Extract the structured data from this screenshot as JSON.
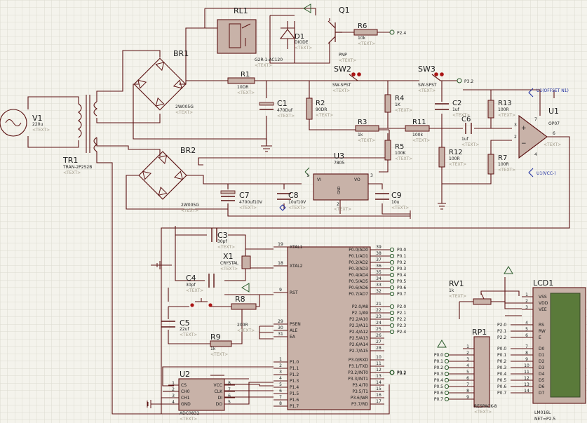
{
  "placeholder": "<TEXT>",
  "colors": {
    "background": "#f4f3ec",
    "grid": "#dcdbd0",
    "wire": "#5b1212",
    "body_fill": "#c8b2a8",
    "label": "#1a1a1a",
    "placeholder": "#a09a88",
    "terminal": "#aa1515",
    "ground_arrow": "#2a5a2a",
    "terminal_circle": "#2a5a2a",
    "probe": "#1a2aa0"
  },
  "components": {
    "v1": {
      "ref": "V1",
      "value": "220u"
    },
    "tr1": {
      "ref": "TR1",
      "value": "TRAN-2P2S2B"
    },
    "br1": {
      "ref": "BR1",
      "value": "2W005G"
    },
    "br2": {
      "ref": "BR2",
      "value": "2W005G"
    },
    "rl1": {
      "ref": "RL1",
      "value": "G2R-1-AC120"
    },
    "d1": {
      "ref": "D1",
      "value": "DIODE"
    },
    "q1": {
      "ref": "Q1",
      "value": "PNP"
    },
    "r6": {
      "ref": "R6",
      "value": "10k"
    },
    "r1": {
      "ref": "R1",
      "value": "10DR"
    },
    "c1": {
      "ref": "C1",
      "value": "470Duf"
    },
    "r2": {
      "ref": "R2",
      "value": "90DR"
    },
    "sw2": {
      "ref": "SW2",
      "value": "SW-SPST"
    },
    "sw3": {
      "ref": "SW3",
      "value": "SW-SPST"
    },
    "r4": {
      "ref": "R4",
      "value": "1K"
    },
    "r3": {
      "ref": "R3",
      "value": "1k"
    },
    "r5": {
      "ref": "R5",
      "value": "100K"
    },
    "r11": {
      "ref": "R11",
      "value": "100k"
    },
    "c2": {
      "ref": "C2",
      "value": "1uf"
    },
    "c6": {
      "ref": "C6",
      "value": "1uf"
    },
    "r12": {
      "ref": "R12",
      "value": "100R"
    },
    "r13": {
      "ref": "R13",
      "value": "100R"
    },
    "r7": {
      "ref": "R7",
      "value": "100R"
    },
    "u1": {
      "ref": "U1",
      "value": "OP07"
    },
    "u3": {
      "ref": "U3",
      "value": "7805"
    },
    "c7": {
      "ref": "C7",
      "value": "4700uf10V"
    },
    "c8": {
      "ref": "C8",
      "value": "10uf10V"
    },
    "c9": {
      "ref": "C9",
      "value": "10u"
    },
    "c3": {
      "ref": "C3",
      "value": "30pf"
    },
    "x1": {
      "ref": "X1",
      "value": "CRYSTAL"
    },
    "c4": {
      "ref": "C4",
      "value": "30pf"
    },
    "r8": {
      "ref": "R8",
      "value": "200R"
    },
    "c5": {
      "ref": "C5",
      "value": "22uf"
    },
    "r9": {
      "ref": "R9",
      "value": "1k"
    },
    "u2": {
      "ref": "U2",
      "value": "ADC0832"
    },
    "rv1": {
      "ref": "RV1",
      "value": "1k"
    },
    "rp1": {
      "ref": "RP1",
      "value": "RESPACK-8"
    },
    "lcd1": {
      "ref": "LCD1",
      "value": "LM016L"
    }
  },
  "u3_pins": {
    "vi": "VI",
    "vo": "VO",
    "gnd": "GND",
    "n1": "1",
    "n2": "2",
    "n3": "3"
  },
  "u1_pins": {
    "n3": "3",
    "n2": "2",
    "n6": "6",
    "n7": "7",
    "n4": "4"
  },
  "nets": {
    "p2_4": "P2.4",
    "p3_2_top": "P3.2",
    "p3_2_mcu": "P3.2",
    "u1_offset": "U1(OFFSET N1)",
    "u1_vcc": "U1(VCC-)",
    "lcd_net": "NET=P2.5"
  },
  "mcu": {
    "left_pins": [
      {
        "num": "19",
        "name": "XTAL1"
      },
      {
        "num": "18",
        "name": "XTAL2"
      },
      {
        "num": "9",
        "name": "RST"
      },
      {
        "num": "29",
        "name": "PSEN"
      },
      {
        "num": "30",
        "name": "ALE"
      },
      {
        "num": "31",
        "name": "EA"
      },
      {
        "num": "1",
        "name": "P1.0"
      },
      {
        "num": "2",
        "name": "P1.1"
      },
      {
        "num": "3",
        "name": "P1.2"
      },
      {
        "num": "4",
        "name": "P1.3"
      },
      {
        "num": "5",
        "name": "P1.4"
      },
      {
        "num": "6",
        "name": "P1.5"
      },
      {
        "num": "7",
        "name": "P1.6"
      },
      {
        "num": "8",
        "name": "P1.7"
      }
    ],
    "port0": [
      {
        "num": "39",
        "name": "P0.0/AD0",
        "net": "P0.0"
      },
      {
        "num": "38",
        "name": "P0.1/AD1",
        "net": "P0.1"
      },
      {
        "num": "37",
        "name": "P0.2/AD2",
        "net": "P0.2"
      },
      {
        "num": "36",
        "name": "P0.3/AD3",
        "net": "P0.3"
      },
      {
        "num": "35",
        "name": "P0.4/AD4",
        "net": "P0.4"
      },
      {
        "num": "34",
        "name": "P0.5/AD5",
        "net": "P0.5"
      },
      {
        "num": "33",
        "name": "P0.6/AD6",
        "net": "P0.6"
      },
      {
        "num": "32",
        "name": "P0.7/AD7",
        "net": "P0.7"
      }
    ],
    "port2": [
      {
        "num": "21",
        "name": "P2.0/A8",
        "net": "P2.0"
      },
      {
        "num": "22",
        "name": "P2.1/A9",
        "net": "P2.1"
      },
      {
        "num": "23",
        "name": "P2.2/A10",
        "net": "P2.2"
      },
      {
        "num": "24",
        "name": "P2.3/A11",
        "net": "P2.3"
      },
      {
        "num": "25",
        "name": "P2.4/A12",
        "net": "P2.4"
      },
      {
        "num": "26",
        "name": "P2.5/A13",
        "net": ""
      },
      {
        "num": "27",
        "name": "P2.6/A14",
        "net": ""
      },
      {
        "num": "28",
        "name": "P2.7/A15",
        "net": ""
      }
    ],
    "port3": [
      {
        "num": "10",
        "name": "P3.0/RXD",
        "net": ""
      },
      {
        "num": "11",
        "name": "P3.1/TXD",
        "net": ""
      },
      {
        "num": "12",
        "name": "P3.2/INT0",
        "net": "P3.2"
      },
      {
        "num": "13",
        "name": "P3.3/INT1",
        "net": ""
      },
      {
        "num": "14",
        "name": "P3.4/T0",
        "net": ""
      },
      {
        "num": "15",
        "name": "P3.5/T1",
        "net": ""
      },
      {
        "num": "16",
        "name": "P3.6/WR",
        "net": ""
      },
      {
        "num": "17",
        "name": "P3.7/RD",
        "net": ""
      }
    ]
  },
  "adc": {
    "left": [
      {
        "num": "1",
        "name": "CS"
      },
      {
        "num": "2",
        "name": "CH0"
      },
      {
        "num": "3",
        "name": "CH1"
      },
      {
        "num": "4",
        "name": "GND"
      }
    ],
    "right": [
      {
        "num": "8",
        "name": "VCC"
      },
      {
        "num": "7",
        "name": "CLK"
      },
      {
        "num": "6",
        "name": "DI"
      },
      {
        "num": "5",
        "name": "DO"
      }
    ]
  },
  "lcd": {
    "pins": [
      {
        "num": "1",
        "name": "VSS"
      },
      {
        "num": "2",
        "name": "VDD"
      },
      {
        "num": "3",
        "name": "VEE"
      },
      {
        "num": "4",
        "name": "RS",
        "net": "P2.0"
      },
      {
        "num": "5",
        "name": "RW",
        "net": "P2.1"
      },
      {
        "num": "6",
        "name": "E",
        "net": "P2.2"
      },
      {
        "num": "7",
        "name": "D0",
        "net": "P0.0"
      },
      {
        "num": "8",
        "name": "D1",
        "net": "P0.1"
      },
      {
        "num": "9",
        "name": "D2",
        "net": "P0.2"
      },
      {
        "num": "10",
        "name": "D3",
        "net": "P0.3"
      },
      {
        "num": "11",
        "name": "D4",
        "net": "P0.4"
      },
      {
        "num": "12",
        "name": "D5",
        "net": "P0.5"
      },
      {
        "num": "13",
        "name": "D6",
        "net": "P0.6"
      },
      {
        "num": "14",
        "name": "D7",
        "net": "P0.7"
      }
    ]
  },
  "respack": {
    "pins": [
      {
        "num": "1",
        "net": ""
      },
      {
        "num": "2",
        "net": "P0.0"
      },
      {
        "num": "3",
        "net": "P0.1"
      },
      {
        "num": "4",
        "net": "P0.2"
      },
      {
        "num": "5",
        "net": "P0.3"
      },
      {
        "num": "6",
        "net": "P0.4"
      },
      {
        "num": "7",
        "net": "P0.5"
      },
      {
        "num": "8",
        "net": "P0.6"
      },
      {
        "num": "9",
        "net": "P0.7"
      }
    ]
  }
}
